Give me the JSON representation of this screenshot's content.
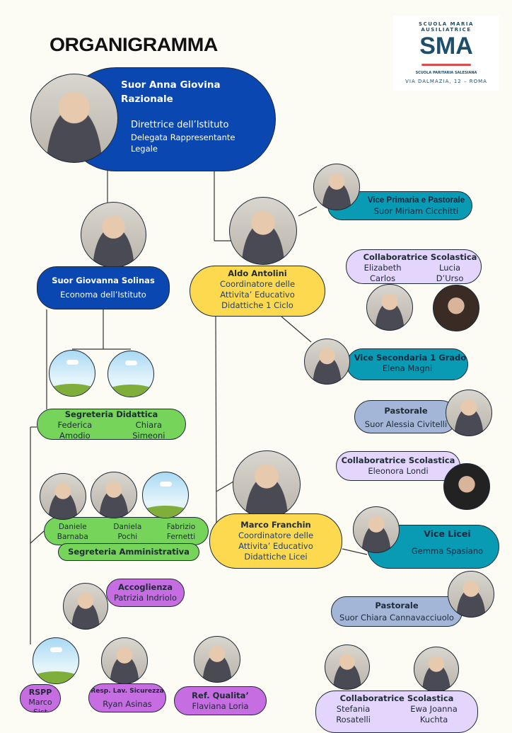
{
  "title": "ORGANIGRAMMA",
  "logo": {
    "arc": "SCUOLA MARIA AUSILIATRICE",
    "mark": "SMA",
    "subtitle": "SCUOLA PARITARIA SALESIANA",
    "address": "VIA DALMAZIA, 12 – ROMA"
  },
  "direttrice": {
    "name": "Suor Anna Giovina Razionale",
    "role1": "Direttrice dell’Istituto",
    "role2": "Delegata Rappresentante Legale"
  },
  "economa": {
    "name": "Suor Giovanna Solinas",
    "role": "Economa dell’Istituto"
  },
  "coord1": {
    "name": "Aldo Antolini",
    "role": "Coordinatore delle Attivita’ Educativo Didattiche 1 Ciclo"
  },
  "coord2": {
    "name": "Marco Franchin",
    "role": "Coordinatore delle Attivita’ Educativo Didattiche Licei"
  },
  "vice_primaria": {
    "title": "Vice Primaria e Pastorale",
    "name": "Suor Miriam Cicchitti"
  },
  "collab1": {
    "title": "Collaboratrice Scolastica",
    "p1a": "Elizabeth",
    "p1b": "Carlos",
    "p2a": "Lucia",
    "p2b": "D’Urso"
  },
  "vice_secondaria": {
    "title": "Vice Secondaria 1 Grado",
    "name": "Elena Magni"
  },
  "pastorale1": {
    "title": "Pastorale",
    "name": "Suor Alessia Civitelli"
  },
  "collab2": {
    "title": "Collaboratrice Scolastica",
    "name": "Eleonora Londi"
  },
  "vice_licei": {
    "title": "Vice Licei",
    "name": "Gemma Spasiano"
  },
  "pastorale2": {
    "title": "Pastorale",
    "name": "Suor Chiara Cannavacciuolo"
  },
  "collab3": {
    "title": "Collaboratrice Scolastica",
    "p1a": "Stefania",
    "p1b": "Rosatelli",
    "p2a": "Ewa Joanna",
    "p2b": "Kuchta"
  },
  "segr_didattica": {
    "title": "Segreteria Didattica",
    "p1a": "Federica",
    "p1b": "Amodio",
    "p2a": "Chiara",
    "p2b": "Simeoni"
  },
  "segr_amm": {
    "title": "Segreteria Amministrativa",
    "p1a": "Daniele",
    "p1b": "Barnaba",
    "p2a": "Daniela",
    "p2b": "Pochi",
    "p3a": "Fabrizio",
    "p3b": "Fernetti"
  },
  "accoglienza": {
    "title": "Accoglienza",
    "name": "Patrizia Indriolo"
  },
  "rspp": {
    "title": "RSPP",
    "name": "Marco Sist"
  },
  "sicurezza": {
    "title": "Resp. Lav. Sicurezza",
    "name": "Ryan Asinas"
  },
  "qualita": {
    "title": "Ref. Qualita’",
    "name": "Flaviana Loria"
  }
}
